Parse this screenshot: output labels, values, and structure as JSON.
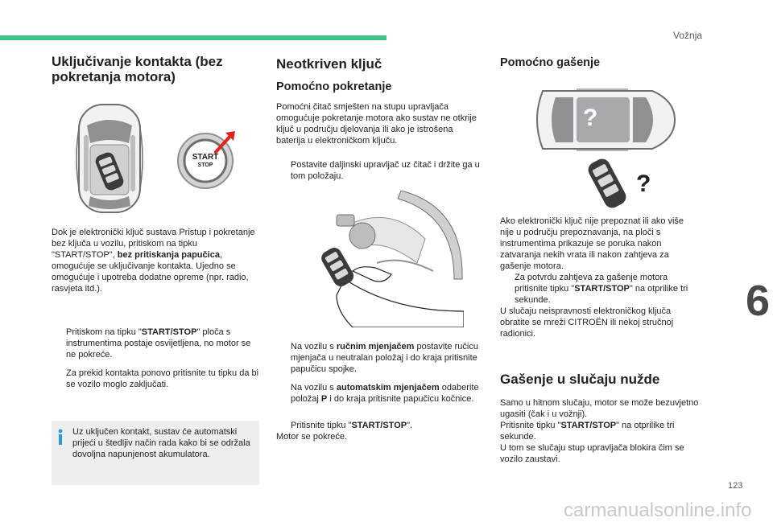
{
  "header": {
    "section": "Vožnja"
  },
  "chapter": "6",
  "page_number": "123",
  "watermark": "carmanualsonline.info",
  "col1": {
    "title": "Uključivanje kontakta (bez pokretanja motora)",
    "start_button_text": "START",
    "stop_button_text": "STOP",
    "para1_a": "Dok je elektronički ključ sustava Pristup i pokretanje bez ključa u vozilu, pritiskom na tipku \"START/STOP\", ",
    "para1_b": "bez pritiskanja papučica",
    "para1_c": ", omogućuje se uključivanje kontakta. Ujedno se omogućuje i upotreba dodatne opreme (npr. radio, rasvjeta itd.).",
    "bullet1_a": "Pritiskom na tipku \"",
    "bullet1_b": "START/STOP",
    "bullet1_c": "\" ploča s instrumentima postaje osvijetljena, no motor se ne pokreće.",
    "bullet2": "Za prekid kontakta ponovo pritisnite tu tipku da bi se vozilo moglo zaključati.",
    "info": "Uz uključen kontakt, sustav će automatski prijeći u štedljiv način rada kako bi se održala dovoljna napunjenost akumulatora."
  },
  "col2": {
    "title": "Neotkriven ključ",
    "subtitle": "Pomoćno pokretanje",
    "para1": "Pomoćni čitač smješten na stupu upravljača omogućuje pokretanje motora ako sustav ne otkrije ključ u području djelovanja ili ako je istrošena baterija u elektroničkom ključu.",
    "bullet1": "Postavite daljinski upravljač uz čitač i držite ga u tom položaju.",
    "bullet2_a": "Na vozilu s ",
    "bullet2_b": "ručnim mjenjačem",
    "bullet2_c": " postavite ručicu mjenjača u neutralan položaj i do kraja pritisnite papučicu spojke.",
    "bullet3_a": "Na vozilu s ",
    "bullet3_b": "automatskim mjenjačem",
    "bullet3_c": " odaberite položaj ",
    "bullet3_d": "P",
    "bullet3_e": " i do kraja pritisnite papučicu kočnice.",
    "bullet4_a": "Pritisnite tipku \"",
    "bullet4_b": "START/STOP",
    "bullet4_c": "\".",
    "after": "Motor se pokreće."
  },
  "col3": {
    "title": "Pomoćno gašenje",
    "para1": "Ako elektronički ključ nije prepoznat ili ako više nije u području prepoznavanja, na ploči s instrumentima prikazuje se poruka nakon zatvaranja nekih vrata ili nakon zahtjeva za gašenje motora.",
    "bullet1_a": "Za potvrdu zahtjeva za gašenje motora pritisnite tipku \"",
    "bullet1_b": "START/STOP",
    "bullet1_c": "\" na otprilike tri sekunde.",
    "para2": "U slučaju neispravnosti elektroničkog ključa obratite se mreži CITROËN ili nekoj stručnoj radionici.",
    "title2": "Gašenje u slučaju nužde",
    "para3_a": "Samo u hitnom slučaju, motor se može bezuvjetno ugasiti (čak i u vožnji).",
    "para3_b1": "Pritisnite tipku \"",
    "para3_b2": "START/STOP",
    "para3_b3": "\" na otprilike tri sekunde.",
    "para3_c": "U tom se slučaju stup upravljača blokira čim se vozilo zaustavi.",
    "question_mark": "?"
  },
  "bullet_mark": "",
  "info_icon_color": "#2f9bd6",
  "accent_color": "#43c28a",
  "warning_color": "#e2211c"
}
